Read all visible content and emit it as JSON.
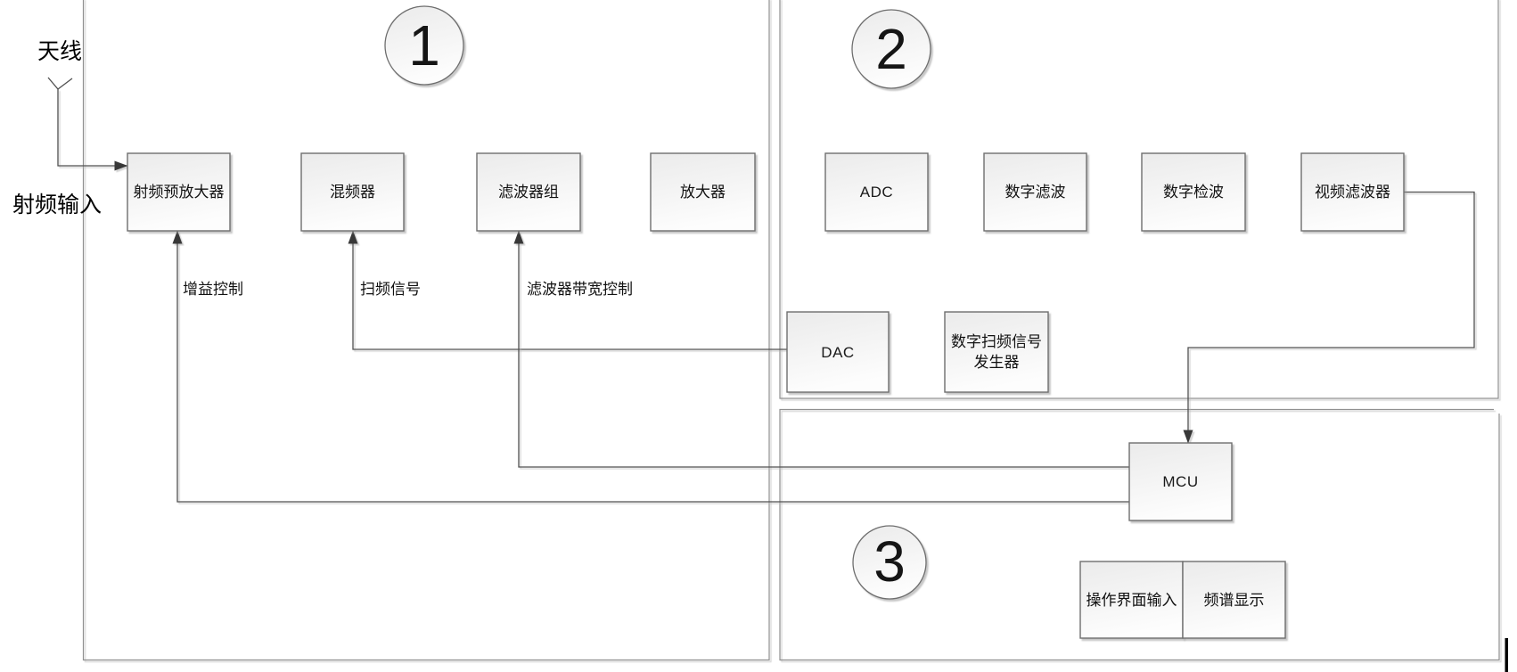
{
  "colors": {
    "background": "#ffffff",
    "connector": "#4f4f4f",
    "arrowhead": "#383838",
    "box_border": "#6e6e6e",
    "box_fill_top": "#ebebeb",
    "box_fill_bottom": "#fdfdfd",
    "frame_border": "#909090",
    "text": "#111111"
  },
  "stages": {
    "stage1_badge": "1",
    "stage2_badge": "2",
    "stage3_badge": "3"
  },
  "inputs": {
    "antenna_label": "天线",
    "rf_input_label": "射频输入"
  },
  "blocks": {
    "rf_preamp": "射频预放大器",
    "mixer": "混频器",
    "filter_bank": "滤波器组",
    "amplifier": "放大器",
    "adc": "ADC",
    "digital_filter": "数字滤波",
    "digital_detect": "数字检波",
    "video_filter": "视频滤波器",
    "dac": "DAC",
    "sweep_gen_line1": "数字扫频信号",
    "sweep_gen_line2": "发生器",
    "mcu": "MCU",
    "ui_input": "操作界面输入",
    "spectrum_display": "频谱显示"
  },
  "control_signals": {
    "gain": "增益控制",
    "sweep": "扫频信号",
    "filter_bandwidth": "滤波器带宽控制"
  }
}
